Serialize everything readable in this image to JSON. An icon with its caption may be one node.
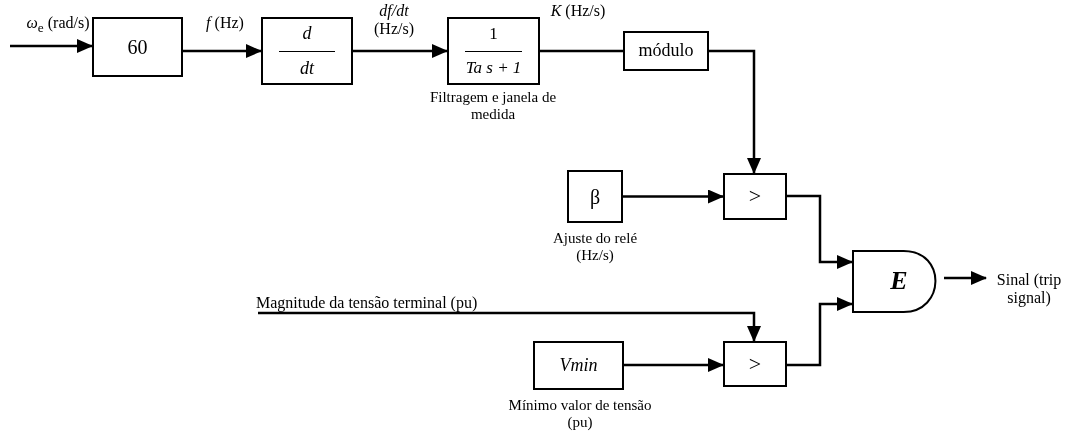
{
  "diagram": {
    "nodes": [
      {
        "text": [
          "60"
        ]
      },
      {
        "text": [
          "d",
          "dt"
        ]
      },
      {
        "text": [
          "1",
          "Ta s + 1"
        ],
        "beside": [
          "Filtragem e janela de medida"
        ]
      },
      {
        "text": [
          "módulo"
        ]
      },
      {
        "text": [
          "β"
        ],
        "beside": [
          "Ajuste do relé (Hz/s)"
        ]
      },
      {
        "text": [
          ">"
        ]
      },
      {
        "text": [
          "Vmin"
        ],
        "beside": [
          "Mínimo valor de tensão (pu)"
        ]
      },
      {
        "text": [
          ">"
        ]
      },
      {
        "text": [
          "E"
        ]
      },
      {
        "text": [
          "Sinal (trip signal)"
        ]
      }
    ],
    "edges": [
      {
        "from": null,
        "to": 0,
        "arrow": "to",
        "label": "*ω*$_{e}$ (rad/s)"
      },
      {
        "from": 0,
        "to": 1,
        "arrow": "to",
        "label": "*f* (Hz)"
      },
      {
        "from": 1,
        "to": 2,
        "arrow": "to",
        "label": "*df/dt* (Hz/s)"
      },
      {
        "from": 2,
        "to": 3,
        "arrow": "none",
        "label": "*K* (Hz/s)"
      },
      {
        "from": 3,
        "to": 5,
        "arrow": "to"
      },
      {
        "from": 4,
        "to": 5,
        "arrow": "to"
      },
      {
        "from": null,
        "to": 7,
        "arrow": "to",
        "label": "Magnitude da tensão terminal (pu)"
      },
      {
        "from": 6,
        "to": 7,
        "arrow": "to"
      },
      {
        "from": 5,
        "to": 8,
        "arrow": "to"
      },
      {
        "from": 7,
        "to": 8,
        "arrow": "to"
      },
      {
        "from": 8,
        "to": 9,
        "arrow": "to"
      }
    ]
  }
}
